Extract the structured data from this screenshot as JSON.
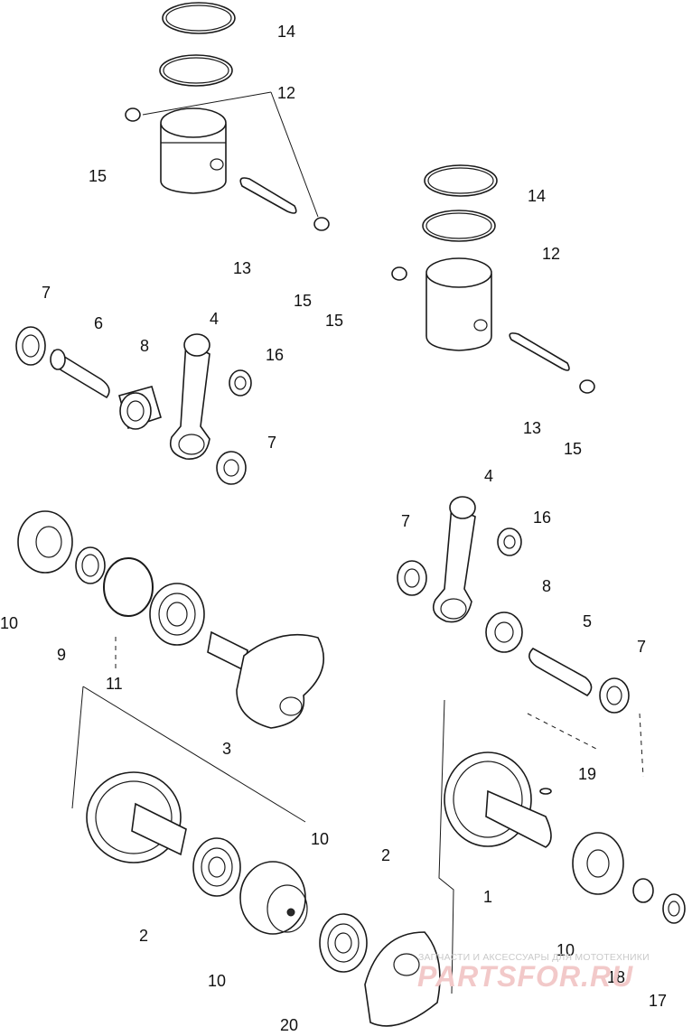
{
  "labels": {
    "l14a": "14",
    "l12a": "12",
    "l15a": "15",
    "l13a": "13",
    "l15b": "15",
    "l15c": "15",
    "l14b": "14",
    "l12b": "12",
    "l13b": "13",
    "l15d": "15",
    "l7a": "7",
    "l6": "6",
    "l4a": "4",
    "l8a": "8",
    "l16a": "16",
    "l7b": "7",
    "l4b": "4",
    "l7c": "7",
    "l16b": "16",
    "l8b": "8",
    "l5": "5",
    "l7d": "7",
    "l10a": "10",
    "l9": "9",
    "l11": "11",
    "l3": "3",
    "l19": "19",
    "l10b": "10",
    "l2a": "2",
    "l2b": "2",
    "l1": "1",
    "l10c": "10",
    "l10d": "10",
    "l20": "20",
    "l18": "18",
    "l17": "17"
  },
  "watermark": {
    "subtitle": "ЗАПЧАСТИ И АКСЕССУАРЫ ДЛЯ МОТОТЕХНИКИ",
    "brand": "PARTSFOR.RU"
  }
}
